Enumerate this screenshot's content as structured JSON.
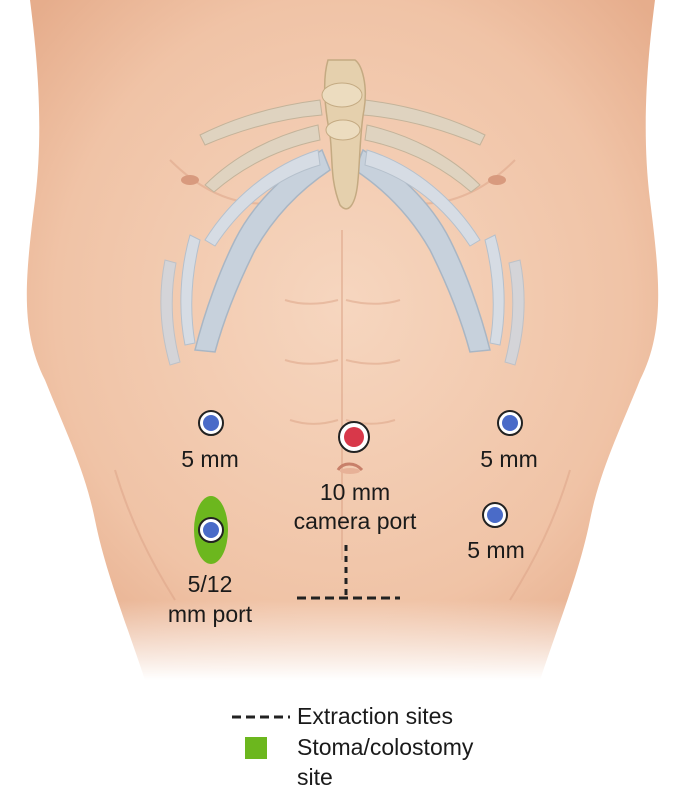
{
  "ports": [
    {
      "id": "right-upper",
      "type": "5mm",
      "label": "5 mm"
    },
    {
      "id": "camera",
      "type": "camera",
      "label_line1": "10 mm",
      "label_line2": "camera port"
    },
    {
      "id": "left-upper",
      "type": "5mm",
      "label": "5 mm"
    },
    {
      "id": "left-lower",
      "type": "5mm",
      "label": "5 mm"
    },
    {
      "id": "stoma-port",
      "type": "12mm",
      "label_line1": "5/12",
      "label_line2": "mm port"
    }
  ],
  "legend": {
    "extraction_label": "Extraction sites",
    "stoma_label_line1": "Stoma/colostomy",
    "stoma_label_line2": "site"
  },
  "colors": {
    "skin": "#f3cbb0",
    "skin_shadow": "#dfa98a",
    "bone": "#e6d2b2",
    "cartilage": "#c8d2dc",
    "port_blue": "#4a6bc8",
    "port_red": "#d8384a",
    "stoma_green": "#6cb71e",
    "line": "#222222"
  }
}
